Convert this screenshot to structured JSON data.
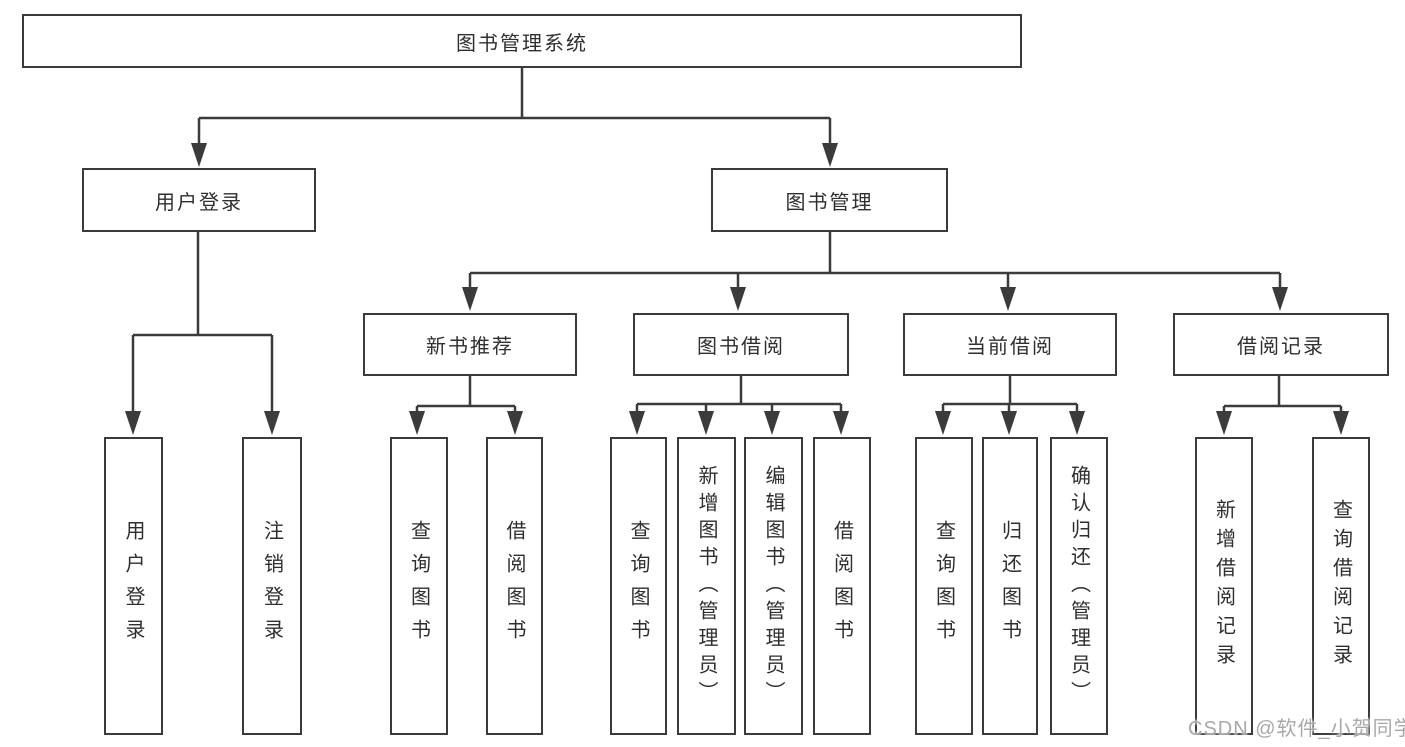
{
  "diagram_title": "图书管理系统",
  "colors": {
    "background": "#ffffff",
    "line": "#3b3b3b",
    "box_border": "#3b3b3b",
    "text": "#2f2f2f",
    "watermark": "#a8a8a8"
  },
  "nodes": {
    "root": {
      "label": "图书管理系统"
    },
    "level2": [
      {
        "label": "用户登录",
        "parent": "图书管理系统"
      },
      {
        "label": "图书管理",
        "parent": "图书管理系统"
      }
    ],
    "level3": [
      {
        "label": "新书推荐",
        "parent": "图书管理"
      },
      {
        "label": "图书借阅",
        "parent": "图书管理"
      },
      {
        "label": "当前借阅",
        "parent": "图书管理"
      },
      {
        "label": "借阅记录",
        "parent": "图书管理"
      }
    ],
    "leaves": [
      {
        "label": "用户登录",
        "parent": "用户登录"
      },
      {
        "label": "注销登录",
        "parent": "用户登录"
      },
      {
        "label": "查询图书",
        "parent": "新书推荐"
      },
      {
        "label": "借阅图书",
        "parent": "新书推荐"
      },
      {
        "label": "查询图书",
        "parent": "图书借阅"
      },
      {
        "label": "新增图书（管理员）",
        "parent": "图书借阅"
      },
      {
        "label": "编辑图书（管理员）",
        "parent": "图书借阅"
      },
      {
        "label": "借阅图书",
        "parent": "图书借阅"
      },
      {
        "label": "查询图书",
        "parent": "当前借阅"
      },
      {
        "label": "归还图书",
        "parent": "当前借阅"
      },
      {
        "label": "确认归还（管理员）",
        "parent": "当前借阅"
      },
      {
        "label": "新增借阅记录",
        "parent": "借阅记录"
      },
      {
        "label": "查询借阅记录",
        "parent": "借阅记录"
      }
    ]
  },
  "watermark": {
    "text": "CSDN @软件_小贺同学"
  }
}
